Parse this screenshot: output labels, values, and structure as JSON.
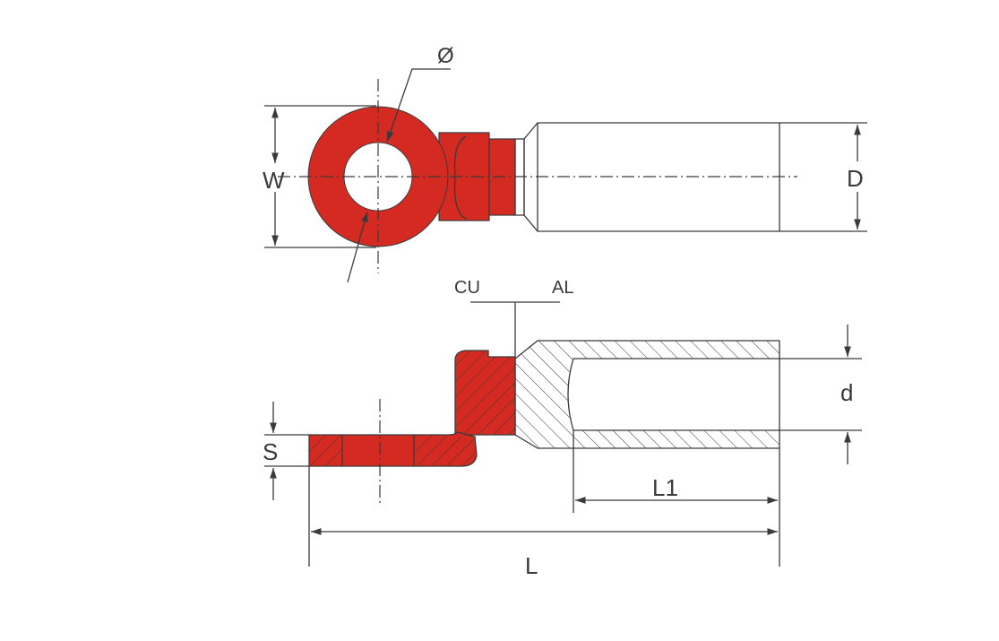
{
  "labels": {
    "diameter": "Ø",
    "width": "W",
    "barrel_diameter": "D",
    "copper": "CU",
    "aluminium": "AL",
    "bore_diameter": "d",
    "thickness": "S",
    "barrel_length": "L1",
    "total_length": "L"
  },
  "colors": {
    "copper": "#d42a22",
    "line": "#3a3a3a"
  }
}
